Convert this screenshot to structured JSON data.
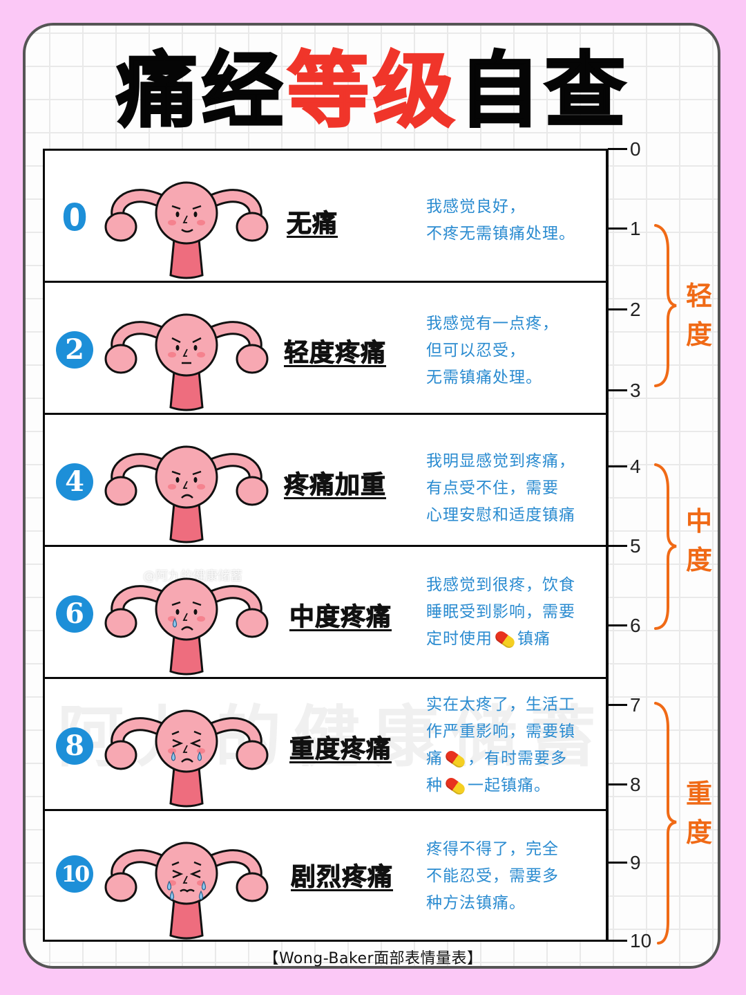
{
  "title": {
    "part1": "痛经",
    "part2": "等级",
    "part3": "自查",
    "colors": {
      "black": "#050505",
      "red": "#f0352a"
    }
  },
  "rows": [
    {
      "score": "0",
      "name": "无痛",
      "face": "smiling",
      "desc": [
        "我感觉良好，",
        "不疼无需镇痛处理。"
      ]
    },
    {
      "score": "2",
      "name": "轻度疼痛",
      "face": "neutral-frown",
      "desc": [
        "我感觉有一点疼，",
        "但可以忍受，",
        "无需镇痛处理。"
      ]
    },
    {
      "score": "4",
      "name": "疼痛加重",
      "face": "frowning",
      "desc": [
        "我明显感觉到疼痛，",
        "有点受不住，需要",
        "心理安慰和适度镇痛"
      ]
    },
    {
      "score": "6",
      "name": "中度疼痛",
      "face": "crying-one-tear",
      "desc": [
        "我感觉到很疼，饮食",
        "睡眠受到影响，需要",
        "定时使用",
        "镇痛"
      ]
    },
    {
      "score": "8",
      "name": "重度疼痛",
      "face": "crying-squint",
      "desc": [
        "实在太疼了，生活工",
        "作严重影响，需要镇",
        "痛",
        "，有时需要多",
        "种",
        "一起镇痛。"
      ]
    },
    {
      "score": "10",
      "name": "剧烈疼痛",
      "face": "crying-heavy",
      "desc": [
        "疼得不得了，完全",
        "不能忍受，需要多",
        "种方法镇痛。"
      ]
    }
  ],
  "scale": {
    "ticks": [
      "0",
      "1",
      "2",
      "3",
      "4",
      "5",
      "6",
      "7",
      "8",
      "9",
      "10"
    ],
    "groups": [
      {
        "label": [
          "轻",
          "度"
        ],
        "from": "1",
        "to": "3"
      },
      {
        "label": [
          "中",
          "度"
        ],
        "from": "4",
        "to": "6"
      },
      {
        "label": [
          "重",
          "度"
        ],
        "from": "7",
        "to": "10"
      }
    ],
    "brace_color": "#f06a16"
  },
  "icons": {
    "pill": "pill-capsule-icon"
  },
  "watermark": {
    "large": "阿九的健康储蓄",
    "small": "@阿九的健康储蓄"
  },
  "footer": "【Wong-Baker面部表情量表】",
  "colors": {
    "background": "#fbc8f6",
    "badge": "#1d8fd8",
    "desc_text": "#2a8bd0",
    "uterus_fill": "#f7a8b2",
    "uterus_neck": "#ee6d7e"
  }
}
